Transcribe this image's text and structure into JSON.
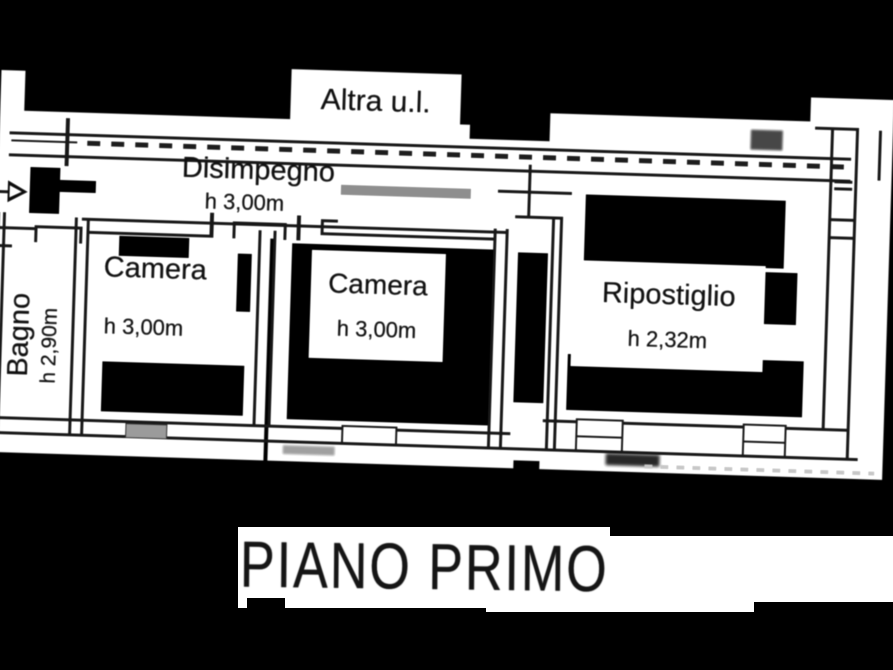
{
  "colors": {
    "background": "#000000",
    "paper": "#ffffff",
    "ink": "#1c1c1c"
  },
  "boundary": {
    "other_unit_label": "Altra u.l."
  },
  "corridor": {
    "name": "Disimpegno",
    "height": "h 3,00m"
  },
  "rooms": {
    "bagno": {
      "name": "Bagno",
      "height": "h 2,90m"
    },
    "camera1": {
      "name": "Camera",
      "height": "h 3,00m"
    },
    "camera2": {
      "name": "Camera",
      "height": "h 3,00m"
    },
    "ripostiglio": {
      "name": "Ripostiglio",
      "height": "h 2,32m"
    }
  },
  "title": {
    "text": "PIANO PRIMO"
  }
}
